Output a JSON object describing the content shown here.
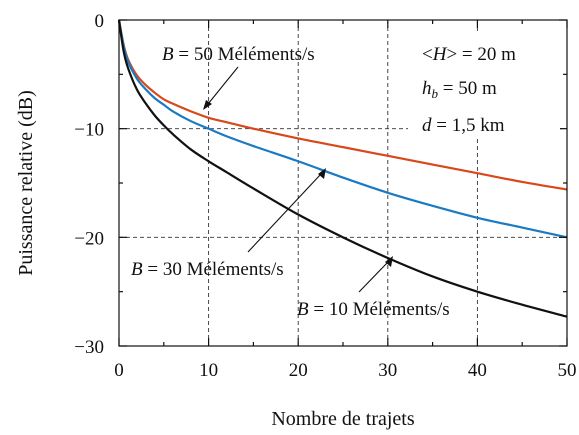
{
  "chart_data": {
    "type": "line",
    "xlabel": "Nombre de trajets",
    "ylabel": "Puissance relative (dB)",
    "xlim": [
      0,
      50
    ],
    "ylim": [
      -30,
      0
    ],
    "x_ticks": [
      0,
      10,
      20,
      30,
      40,
      50
    ],
    "y_ticks": [
      0,
      -10,
      -20,
      -30
    ],
    "x_tick_labels": [
      "0",
      "10",
      "20",
      "30",
      "40",
      "50"
    ],
    "y_tick_labels": [
      "0",
      "−10",
      "−20",
      "−30"
    ],
    "grid": true,
    "series": [
      {
        "name": "B = 50 Méléments/s",
        "color": "#d9481a",
        "x": [
          0,
          0.5,
          1,
          2,
          3,
          4,
          5,
          6,
          8,
          10,
          12,
          15,
          20,
          25,
          30,
          35,
          40,
          45,
          50
        ],
        "y": [
          0,
          -2.2,
          -3.6,
          -5.1,
          -6.0,
          -6.7,
          -7.3,
          -7.7,
          -8.4,
          -9.0,
          -9.4,
          -10.0,
          -10.9,
          -11.7,
          -12.5,
          -13.3,
          -14.1,
          -14.9,
          -15.6
        ]
      },
      {
        "name": "B = 30 Méléments/s",
        "color": "#1a7ac4",
        "x": [
          0,
          0.5,
          1,
          2,
          3,
          4,
          5,
          6,
          8,
          10,
          12,
          15,
          20,
          25,
          30,
          35,
          40,
          45,
          50
        ],
        "y": [
          0,
          -2.3,
          -3.8,
          -5.4,
          -6.4,
          -7.2,
          -7.8,
          -8.4,
          -9.3,
          -10.0,
          -10.7,
          -11.6,
          -13.0,
          -14.5,
          -15.9,
          -17.1,
          -18.2,
          -19.1,
          -20.0
        ]
      },
      {
        "name": "B = 10 Méléments/s",
        "color": "#111111",
        "x": [
          0,
          0.5,
          1,
          2,
          3,
          4,
          5,
          6,
          8,
          10,
          12,
          15,
          20,
          25,
          30,
          35,
          40,
          45,
          50
        ],
        "y": [
          0,
          -2.8,
          -4.4,
          -6.4,
          -7.7,
          -8.8,
          -9.7,
          -10.5,
          -11.9,
          -13.0,
          -14.0,
          -15.5,
          -17.9,
          -20.0,
          -21.9,
          -23.6,
          -25.0,
          -26.2,
          -27.3
        ]
      }
    ],
    "annotations": [
      {
        "prefix": "B",
        "text": " = 50 Méléments/s"
      },
      {
        "prefix": "B",
        "text": " = 30 Méléments/s"
      },
      {
        "prefix": "B",
        "text": " = 10 Méléments/s"
      }
    ],
    "params": [
      {
        "pre": "<",
        "sym": "H",
        "post": "> = 20 m"
      },
      {
        "pre": "",
        "sym": "h",
        "sub": "b",
        "post": " = 50 m"
      },
      {
        "pre": "",
        "sym": "d",
        "post": " = 1,5 km"
      }
    ]
  }
}
